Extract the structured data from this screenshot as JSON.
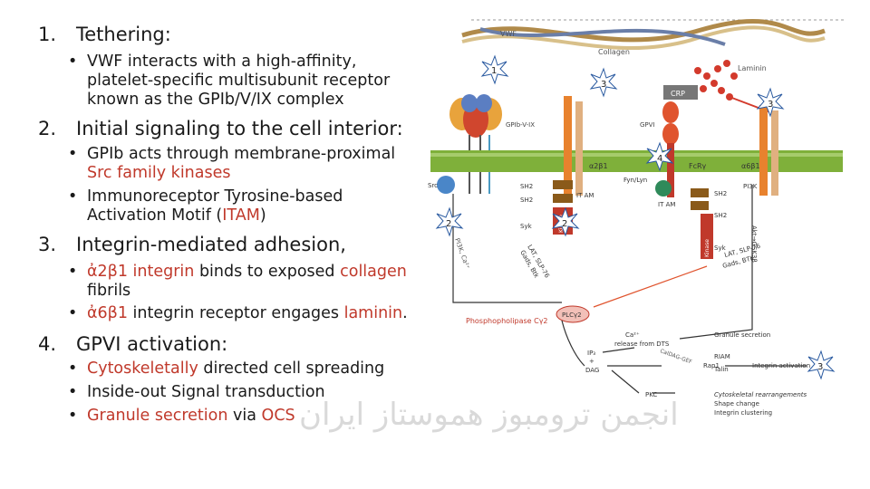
{
  "slide": {
    "sections": [
      {
        "num": "1.",
        "title": "Tethering:"
      },
      {
        "num": "2.",
        "title": "Initial signaling to the cell interior:"
      },
      {
        "num": "3.",
        "title": "Integrin-mediated adhesion,"
      },
      {
        "num": "4.",
        "title": "GPVI activation:"
      }
    ],
    "bullet_char": "•",
    "b1": {
      "l1": "VWF interacts with a high-affinity,",
      "l2": "platelet-specific multisubunit receptor",
      "l3": "known as the GPIb/V/IX complex"
    },
    "b2": {
      "l1": "GPIb acts through membrane-proximal",
      "l2": "Src family kinases"
    },
    "b3": {
      "l1": "Immunoreceptor Tyrosine-based",
      "l2a": "Activation Motif (",
      "l2b": "ITAM",
      "l2c": ")"
    },
    "b4": {
      "a": "ἀ2β1 integrin",
      "b": " binds to exposed ",
      "c": "collagen",
      "l2": "fibrils"
    },
    "b5": {
      "a": "ἀ6β1",
      "b": " integrin receptor engages ",
      "c": "laminin",
      "d": "."
    },
    "b6": {
      "a": "Cytoskeletally",
      "b": " directed cell spreading"
    },
    "b7": {
      "a": "Inside-out Signal transduction"
    },
    "b8": {
      "a": "Granule secretion",
      "b": " via ",
      "c": "OCS"
    }
  },
  "diagram": {
    "labels": {
      "vwf": "VWF",
      "collagen": "Collagen",
      "laminin": "Laminin",
      "crp": "CRP",
      "gpib": "GPIb-V-IX",
      "gpvi": "GPVI",
      "a2b1": "α2β1",
      "fcrg": "FcRγ",
      "a6b1": "α6β1",
      "src": "Src",
      "sh2a": "SH2",
      "sh2b": "SH2",
      "itam1": "IT AM",
      "itam2": "IT AM",
      "sh2c": "SH2",
      "sh2d": "SH2",
      "syk1": "Syk",
      "syk2": "Syk",
      "kinase1": "Kinase",
      "kinase2": "Kinase",
      "fynlyn": "Fyn/Lyn",
      "pi3k1": "PI3K",
      "pi3k2": "PI3K, Ca²⁺",
      "akt": "Akt→GSK3β",
      "lat1": "LAT, SLP-76",
      "gads1": "Gads, Btk",
      "lat2": "LAT, SLP-76",
      "gads2": "Gads, BTK",
      "plc": "PLCγ2",
      "phospho": "Phosphopholipase Cγ2",
      "ca": "Ca²⁺",
      "release": "release from DTS",
      "ip3": "IP₃",
      "plus": "+",
      "dag": "DAG",
      "pkc": "PKC",
      "caldag": "CalDAG-GEF",
      "rap1": "Rap1",
      "riam": "RIAM",
      "talin": "Talin",
      "integrin_act": "Integrin activation",
      "granule": "Granule secretion",
      "cyto1": "Cytoskeletal rearrangements",
      "cyto2": "Shape change",
      "cyto3": "Integrin clustering"
    },
    "markers": {
      "m1": "1",
      "m2": "3",
      "m3": "3",
      "m4": "4",
      "m5": "2",
      "m6": "2",
      "m7": "3"
    }
  },
  "watermark": "انجمن ترومبوز هموستاز ایران",
  "colors": {
    "membrane": "#7fb03a",
    "receptor": "#e8822e",
    "kinase": "#c0392b",
    "text_red": "#c0392b",
    "itam": "#8a5a1a"
  }
}
